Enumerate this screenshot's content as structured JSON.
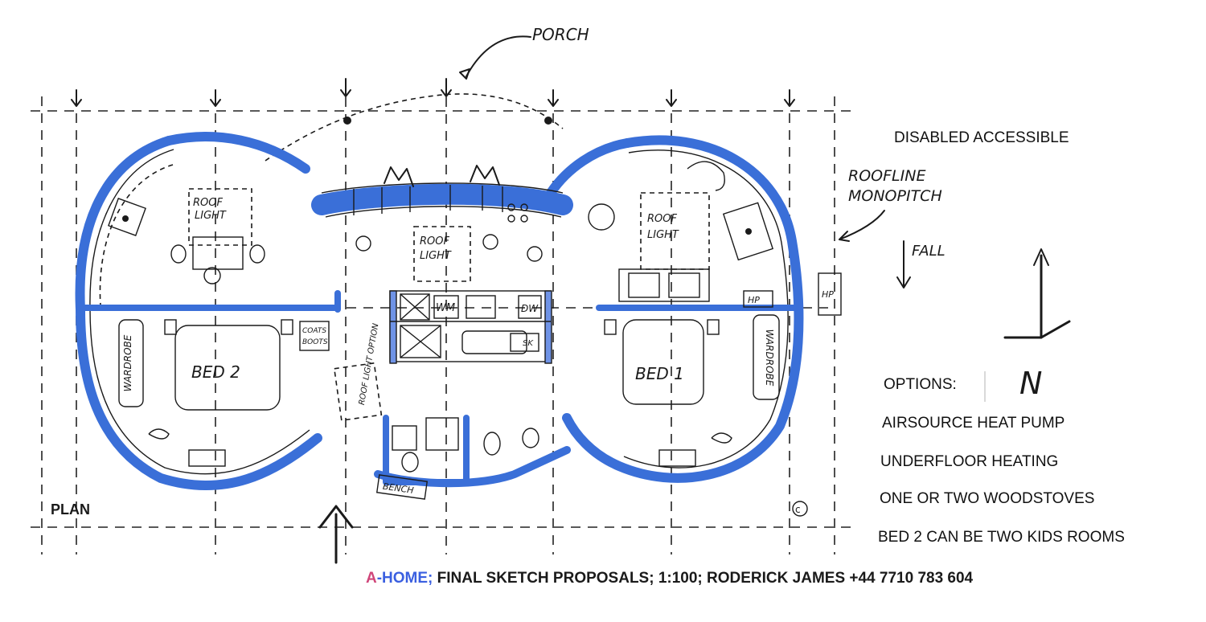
{
  "colors": {
    "wall": "#3a6fd8",
    "ink": "#1a1a1a",
    "accent_pink": "#d0467a",
    "accent_blue": "#3a5fe0"
  },
  "labels": {
    "porch": "PORCH",
    "roofline": "ROOFLINE",
    "monopitch": "MONOPITCH",
    "fall": "FALL",
    "north": "N",
    "plan": "PLAN",
    "copyright": "©",
    "roof_light": "ROOF",
    "roof_light_2": "LIGHT",
    "roof_light_option": "ROOF LIGHT OPTION",
    "wm": "WM",
    "dw": "DW",
    "sk": "SK",
    "bed1": "BED 1",
    "bed2": "BED 2",
    "wardrobe": "WARDROBE",
    "coats": "COATS",
    "boots": "BOOTS",
    "bench": "BENCH",
    "hp": "HP"
  },
  "notes": {
    "disabled": "DISABLED ACCESSIBLE",
    "options_title": "OPTIONS:",
    "options": [
      "AIRSOURCE HEAT PUMP",
      "UNDERFLOOR HEATING",
      "ONE OR TWO WOODSTOVES",
      "BED 2 CAN BE TWO KIDS ROOMS"
    ]
  },
  "footer": {
    "brand_a": "A",
    "brand_rest": "-HOME;",
    "text": " FINAL SKETCH PROPOSALS;  1:100;  RODERICK JAMES +44 7710 783 604"
  }
}
